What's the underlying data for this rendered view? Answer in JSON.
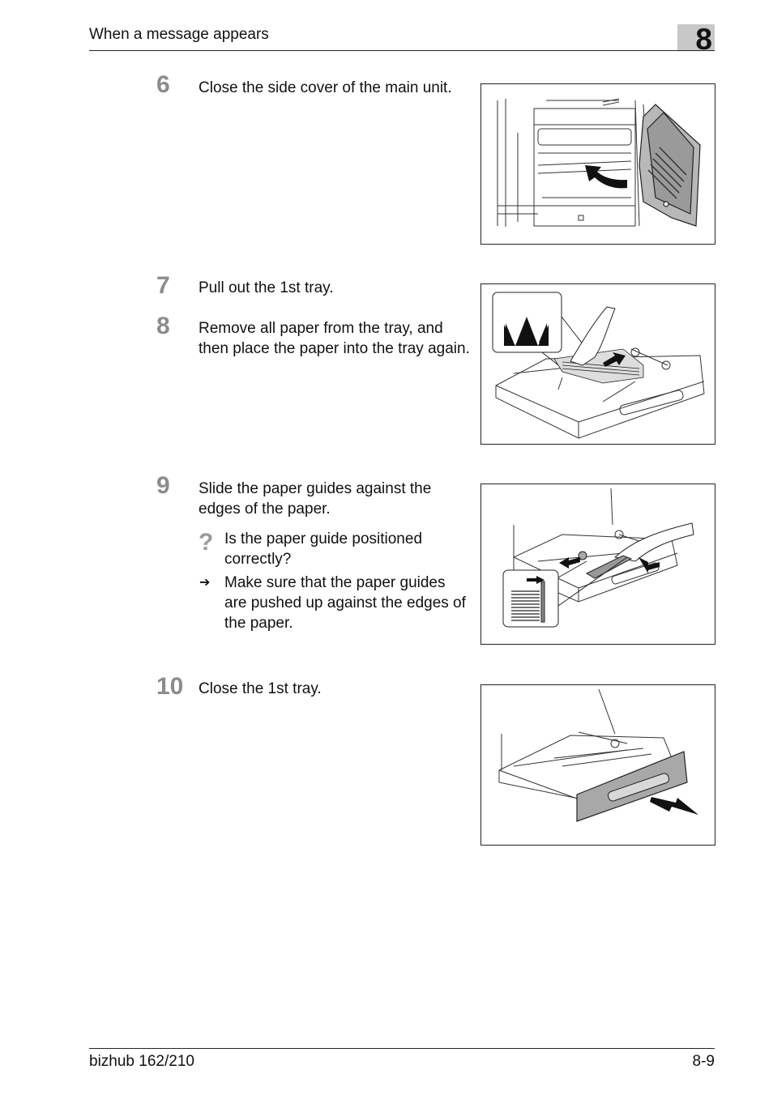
{
  "header": {
    "title": "When a message appears",
    "chapter": "8"
  },
  "steps": [
    {
      "number": "6",
      "text": "Close the side cover of the main unit."
    },
    {
      "number": "7",
      "text": "Pull out the 1st tray."
    },
    {
      "number": "8",
      "text": "Remove all paper from the tray, and then place the paper into the tray again."
    },
    {
      "number": "9",
      "text": "Slide the paper guides against the edges of the paper.",
      "question": "Is the paper guide positioned correctly?",
      "answer": "Make sure that the paper guides are pushed up against the edges of the paper."
    },
    {
      "number": "10",
      "text": "Close the 1st tray."
    }
  ],
  "icons": {
    "question": "?",
    "arrow": "➔"
  },
  "footer": {
    "model": "bizhub 162/210",
    "page": "8-9"
  }
}
